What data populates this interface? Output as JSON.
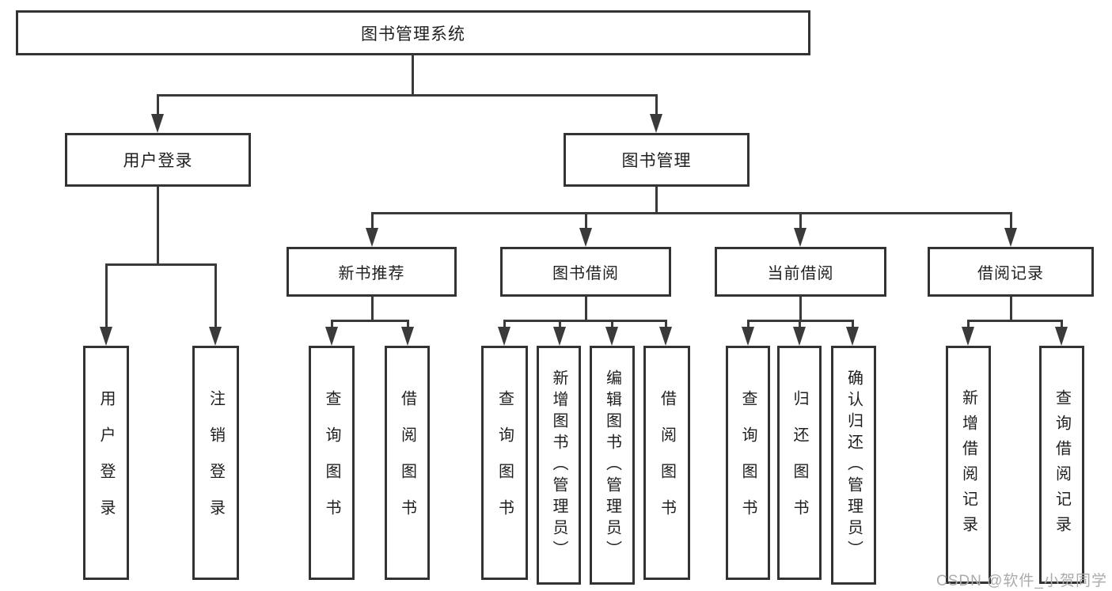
{
  "tree": {
    "label": "图书管理系统",
    "children": [
      {
        "label": "用户登录",
        "children": [
          {
            "label": "用户登录"
          },
          {
            "label": "注销登录"
          }
        ]
      },
      {
        "label": "图书管理",
        "children": [
          {
            "label": "新书推荐",
            "children": [
              {
                "label": "查询图书"
              },
              {
                "label": "借阅图书"
              }
            ]
          },
          {
            "label": "图书借阅",
            "children": [
              {
                "label": "查询图书"
              },
              {
                "label": "新增图书（管理员）"
              },
              {
                "label": "编辑图书（管理员）"
              },
              {
                "label": "借阅图书"
              }
            ]
          },
          {
            "label": "当前借阅",
            "children": [
              {
                "label": "查询图书"
              },
              {
                "label": "归还图书"
              },
              {
                "label": "确认归还（管理员）"
              }
            ]
          },
          {
            "label": "借阅记录",
            "children": [
              {
                "label": "新增借阅记录"
              },
              {
                "label": "查询借阅记录"
              }
            ]
          }
        ]
      }
    ]
  },
  "watermark": {
    "text": "CSDN @软件_小贺同学",
    "color": "#ababab"
  },
  "colors": {
    "line": "#3a3a3a",
    "box_border": "#333333",
    "text": "#1f1f1f",
    "background": "#ffffff"
  }
}
